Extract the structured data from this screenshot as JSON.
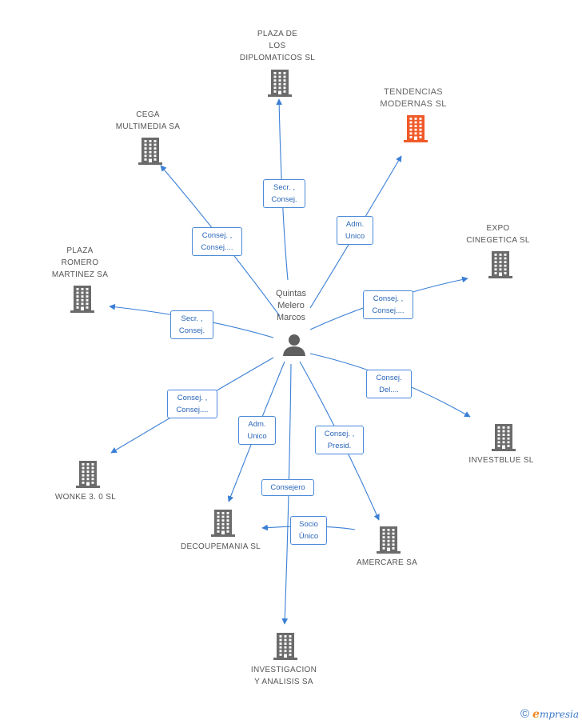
{
  "center": {
    "label": "Quintas\nMelero\nMarcos"
  },
  "companies": [
    {
      "id": "plaza-diplomaticos",
      "label": "PLAZA DE\nLOS\nDIPLOMATICOS SL",
      "highlight": false
    },
    {
      "id": "tendencias",
      "label": "TENDENCIAS\nMODERNAS SL",
      "highlight": true
    },
    {
      "id": "cega",
      "label": "CEGA\nMULTIMEDIA SA",
      "highlight": false
    },
    {
      "id": "expo",
      "label": "EXPO\nCINEGETICA SL",
      "highlight": false
    },
    {
      "id": "plaza-romero",
      "label": "PLAZA\nROMERO\nMARTINEZ SA",
      "highlight": false
    },
    {
      "id": "investblue",
      "label": "INVESTBLUE SL",
      "highlight": false
    },
    {
      "id": "wonke",
      "label": "WONKE 3. 0 SL",
      "highlight": false
    },
    {
      "id": "decoupemania",
      "label": "DECOUPEMANIA SL",
      "highlight": false
    },
    {
      "id": "amercare",
      "label": "AMERCARE SA",
      "highlight": false
    },
    {
      "id": "investigacion",
      "label": "INVESTIGACION\nY ANALISIS SA",
      "highlight": false
    }
  ],
  "roles": [
    {
      "id": "r-plaza-diplomaticos",
      "label": "Secr. ,\nConsej."
    },
    {
      "id": "r-tendencias",
      "label": "Adm.\nUnico"
    },
    {
      "id": "r-cega",
      "label": "Consej. ,\nConsej...."
    },
    {
      "id": "r-expo",
      "label": "Consej. ,\nConsej...."
    },
    {
      "id": "r-plaza-romero",
      "label": "Secr. ,\nConsej."
    },
    {
      "id": "r-investblue",
      "label": "Consej.\nDel...."
    },
    {
      "id": "r-wonke",
      "label": "Consej. ,\nConsej...."
    },
    {
      "id": "r-decoupemania",
      "label": "Adm.\nUnico"
    },
    {
      "id": "r-amercare",
      "label": "Consej. ,\nPresid."
    },
    {
      "id": "r-investigacion",
      "label": "Consejero"
    },
    {
      "id": "r-socio",
      "label": "Socio\nÚnico"
    }
  ],
  "colors": {
    "edge": "#3a7fd5",
    "building": "#6b6b6b",
    "building_highlight": "#f05a28",
    "person": "#5f5f5f"
  },
  "footer": {
    "copyright": "©",
    "brand_initial": "e",
    "brand_rest": "mpresia"
  }
}
